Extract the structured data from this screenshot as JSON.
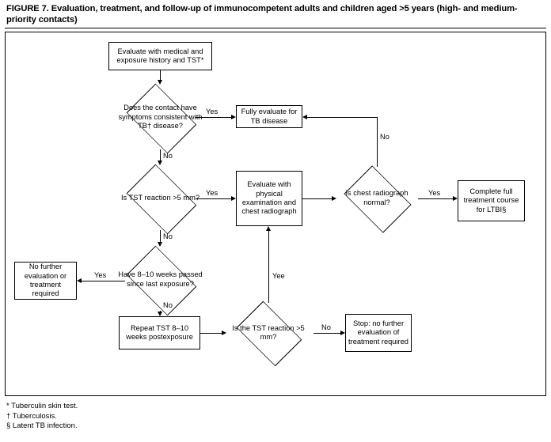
{
  "figure": {
    "title": "FIGURE 7. Evaluation, treatment, and follow-up of immunocompetent adults and children aged >5 years (high- and medium-priority contacts)"
  },
  "nodes": {
    "start": "Evaluate with medical and exposure history and TST*",
    "symptoms_decision": "Does the contact have symptoms consistent with TB† disease?",
    "fully_evaluate": "Fully evaluate for TB disease",
    "tst_decision": "Is TST reaction >5 mm?",
    "evaluate_physical": "Evaluate with physical examination and chest radiograph",
    "chest_decision": "Is chest radiograph normal?",
    "complete_course": "Complete full treatment course for LTBI§",
    "weeks_decision": "Have 8–10 weeks passed since last exposure?",
    "no_further": "No further evaluation or treatment required",
    "repeat_tst": "Repeat TST 8–10 weeks postexposure",
    "second_tst_decision": "Is the TST reaction >5 mm?",
    "stop_no_further": "Stop: no further evaluation of treatment required"
  },
  "edge_labels": {
    "symptoms_yes": "Yes",
    "symptoms_no": "No",
    "tst_yes": "Yes",
    "tst_no": "No",
    "chest_yes": "Yes",
    "chest_no": "No",
    "weeks_yes": "Yes",
    "weeks_no": "No",
    "second_tst_yes": "Yee",
    "second_tst_no": "No"
  },
  "footnotes": [
    "* Tuberculin skin test.",
    "† Tuberculosis.",
    "§ Latent TB infection."
  ]
}
